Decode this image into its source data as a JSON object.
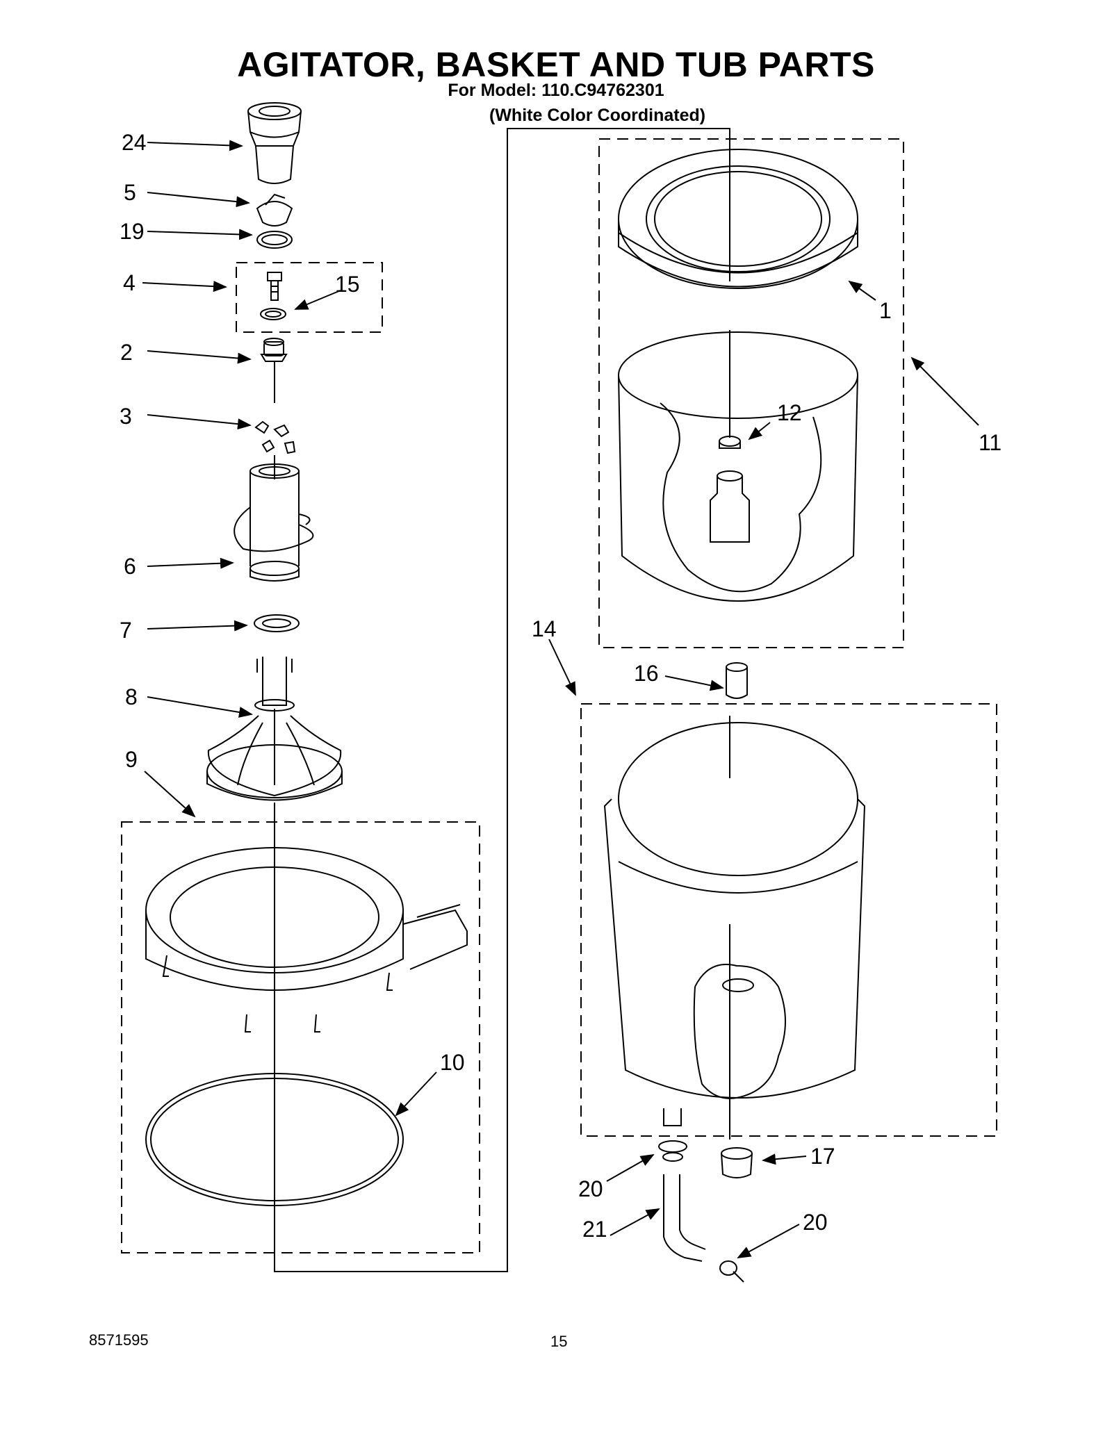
{
  "header": {
    "title": "AGITATOR, BASKET AND TUB PARTS",
    "model_line": "For Model: 110.C94762301",
    "color_line": "(White Color Coordinated)"
  },
  "footer": {
    "doc_number": "8571595",
    "page_number": "15"
  },
  "callouts": {
    "c24": "24",
    "c5": "5",
    "c19": "19",
    "c4": "4",
    "c15": "15",
    "c2": "2",
    "c3": "3",
    "c6": "6",
    "c7": "7",
    "c8": "8",
    "c9": "9",
    "c10": "10",
    "c1": "1",
    "c11": "11",
    "c12": "12",
    "c14": "14",
    "c16": "16",
    "c17": "17",
    "c20a": "20",
    "c21": "21",
    "c20b": "20"
  }
}
